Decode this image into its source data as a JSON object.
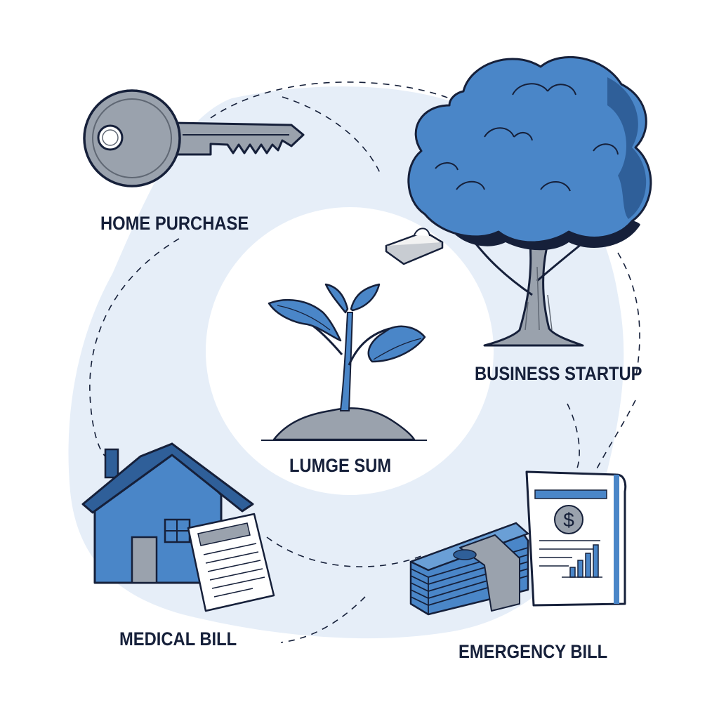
{
  "labels": {
    "home_purchase": "HOME PURCHASE",
    "business_startup": "BUSINESS STARTUP",
    "center": "LUMGE SUM",
    "medical_bill": "MEDICAL BILL",
    "emergency_bill": "EMERGENCY BILL"
  },
  "currency_symbol": "$",
  "colors": {
    "blue": "#4a86c8",
    "blue_dark": "#2f5f99",
    "blue_light": "#6a9fd6",
    "ink": "#16203a",
    "gray": "#9aa2ad",
    "gray_dark": "#5f6773",
    "background_blob": "#e6eef8"
  },
  "icons": [
    "key-icon",
    "tree-icon",
    "sprout-icon",
    "house-icon",
    "document-icon",
    "cash-stack-icon",
    "report-icon",
    "envelope-icon"
  ]
}
